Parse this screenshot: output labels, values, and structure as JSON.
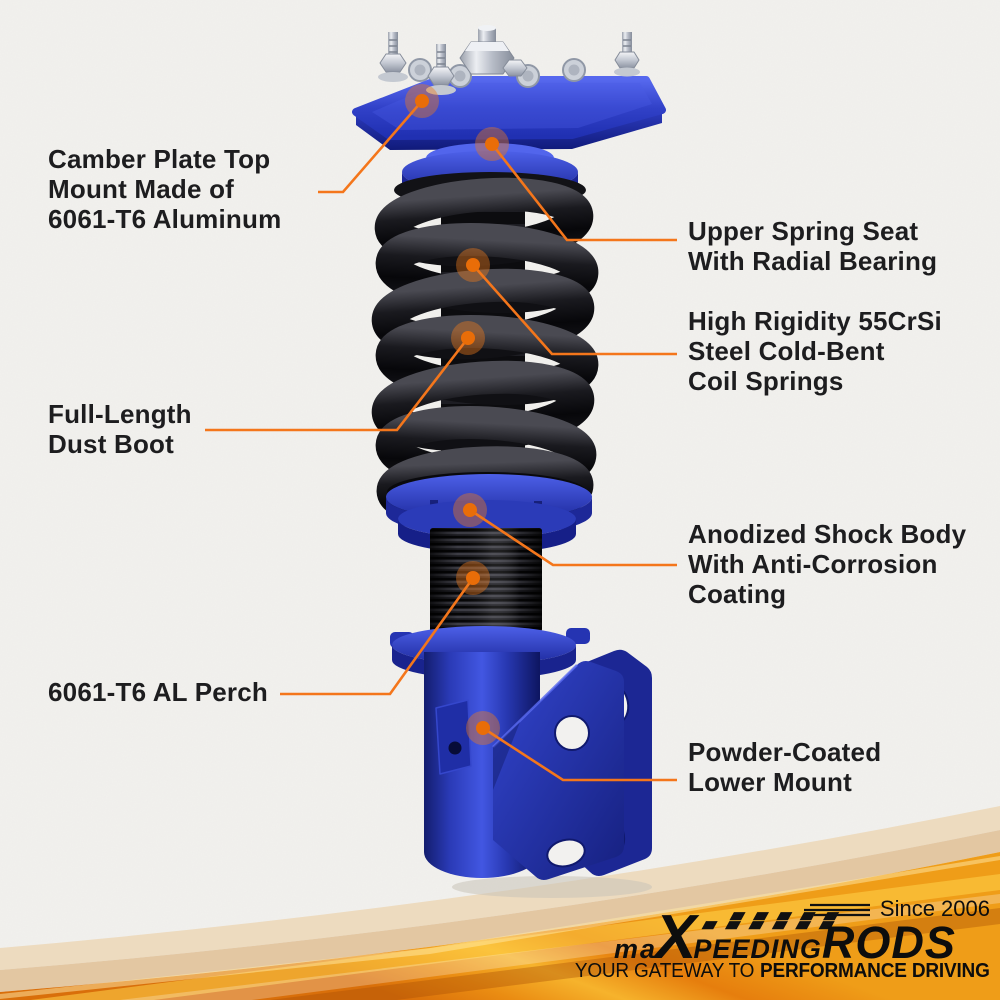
{
  "callouts": {
    "camber_plate": {
      "lines": [
        "Camber Plate Top",
        "Mount Made of",
        "6061-T6 Aluminum"
      ]
    },
    "upper_spring_seat": {
      "lines": [
        "Upper Spring Seat",
        "With Radial Bearing"
      ]
    },
    "coil_springs": {
      "lines": [
        "High Rigidity 55CrSi",
        "Steel Cold-Bent",
        "Coil Springs"
      ]
    },
    "dust_boot": {
      "lines": [
        "Full-Length",
        "Dust Boot"
      ]
    },
    "shock_body": {
      "lines": [
        "Anodized Shock Body",
        "With Anti-Corrosion",
        "Coating"
      ]
    },
    "perch": {
      "lines": [
        "6061-T6 AL Perch"
      ]
    },
    "lower_mount": {
      "lines": [
        "Powder-Coated",
        "Lower Mount"
      ]
    }
  },
  "branding": {
    "logo": {
      "ma": "ma",
      "x": "X",
      "peeding": "peeding",
      "rods": "RODS"
    },
    "since": "Since 2006",
    "tagline_regular": "YOUR GATEWAY TO",
    "tagline_bold": "PERFORMANCE DRIVING"
  },
  "colors": {
    "accent_orange": "#F4761B",
    "callout_dot_orange": "#E96D08",
    "banner_orange": "#ED8A12",
    "banner_yellow_streak": "#FFD24A",
    "product_blue": "#2A3ABF",
    "spring_black": "#121215",
    "label_text": "#1D1D1F",
    "paper_background": "#F2F1EE",
    "paper_edge_tan": "#E6CBA6"
  }
}
